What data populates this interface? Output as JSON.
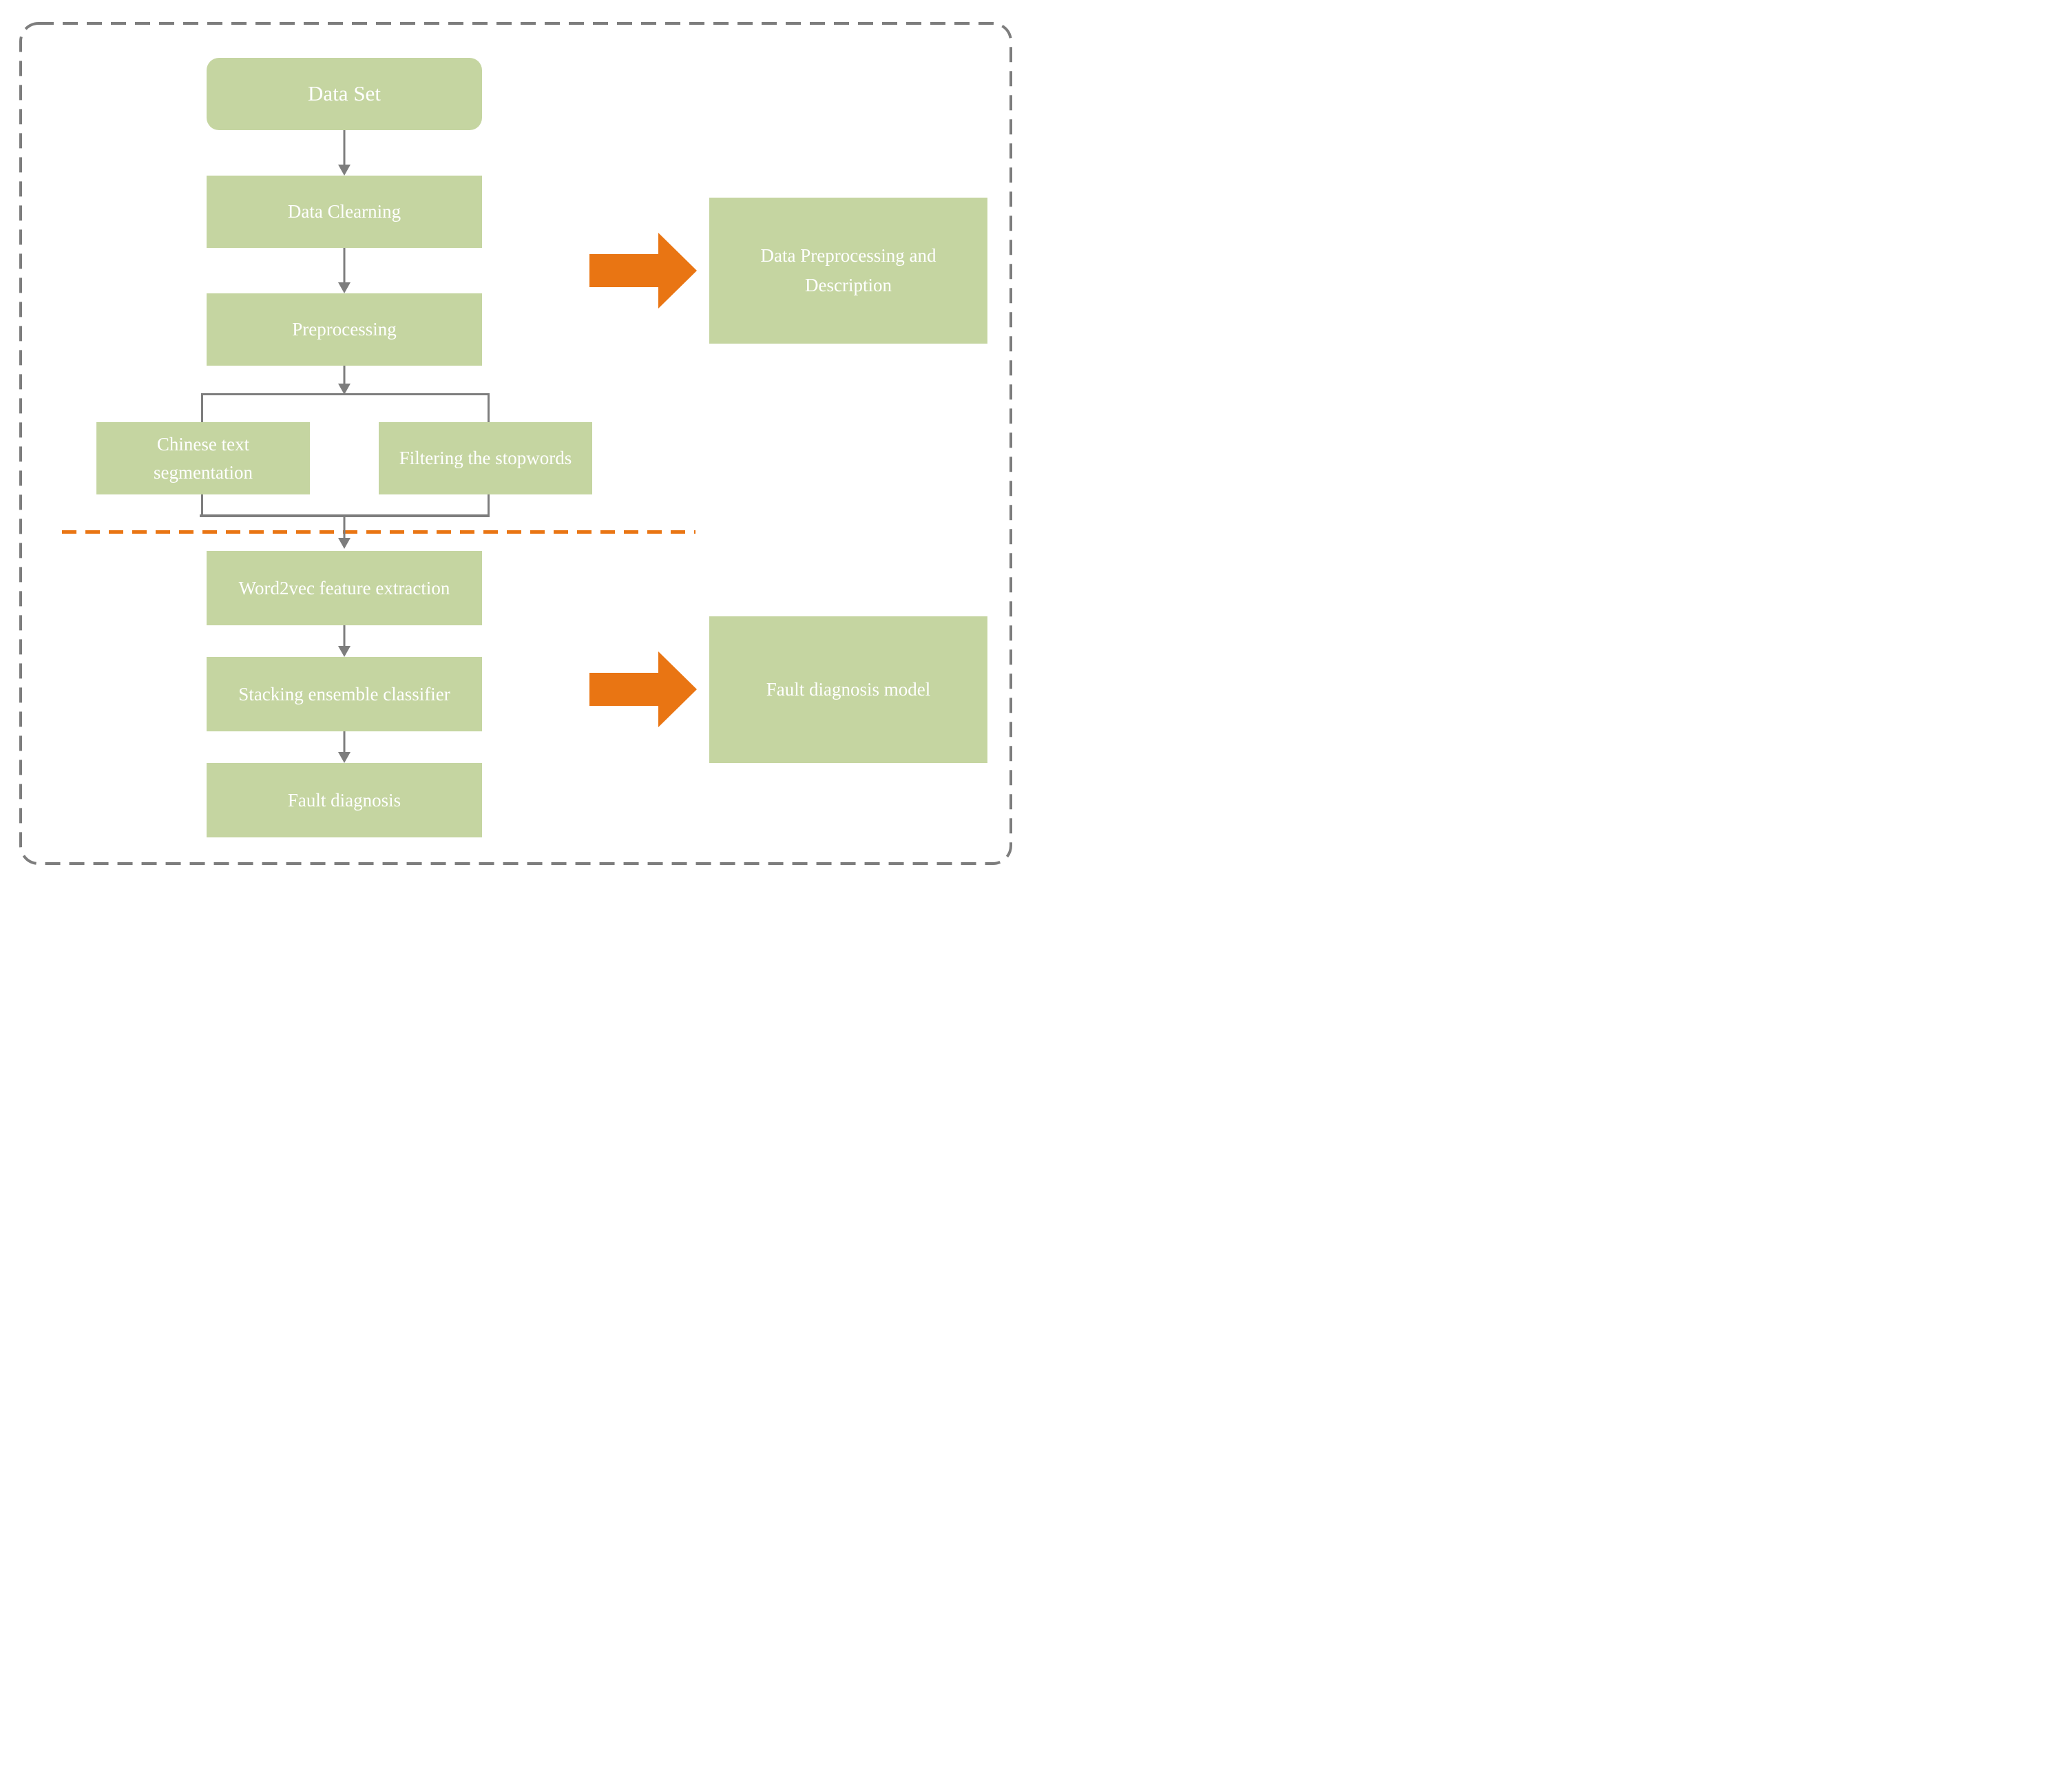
{
  "figure": {
    "type": "flowchart",
    "description_note": "Two-phase text fault-diagnosis pipeline flowchart"
  },
  "colors": {
    "node_fill": "#C5D5A1",
    "node_text": "#FFFFFF",
    "connector_gray": "#7D7D7D",
    "divider_orange": "#E97513",
    "background": "#FFFFFF"
  },
  "flow": {
    "nodes": [
      {
        "id": "data-set",
        "label": "Data Set",
        "shape": "rounded"
      },
      {
        "id": "data-clearning",
        "label": "Data Clearning",
        "shape": "rect"
      },
      {
        "id": "preprocessing",
        "label": "Preprocessing",
        "shape": "rect"
      },
      {
        "id": "chinese-text-segmentation",
        "label": "Chinese text segmentation",
        "shape": "rect"
      },
      {
        "id": "filtering-the-stopwords",
        "label": "Filtering the stopwords",
        "shape": "rect"
      },
      {
        "id": "word2vec-feature-extraction",
        "label": "Word2vec feature extraction",
        "shape": "rect"
      },
      {
        "id": "stacking-ensemble-classifier",
        "label": "Stacking ensemble classifier",
        "shape": "rect"
      },
      {
        "id": "fault-diagnosis",
        "label": "Fault diagnosis",
        "shape": "rect"
      }
    ]
  },
  "annotations": [
    {
      "id": "data-preprocessing-and-description",
      "label": "Data Preprocessing and Description"
    },
    {
      "id": "fault-diagnosis-model",
      "label": "Fault diagnosis model"
    }
  ],
  "icons": {
    "annotation_pointer": "right-block-arrow-icon"
  }
}
